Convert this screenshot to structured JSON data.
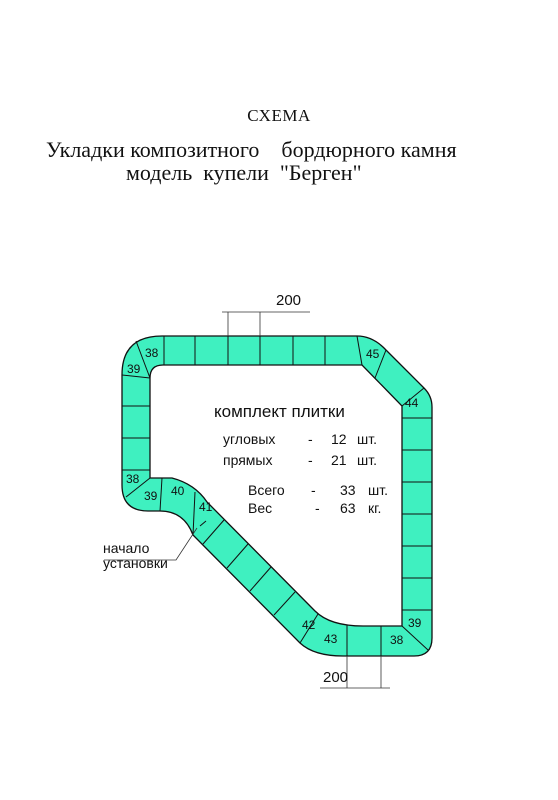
{
  "title": {
    "line1": "СХЕМА",
    "line2": "Укладки композитного    бордюрного камня",
    "line3": "модель  купели  \"Берген\""
  },
  "kit": {
    "heading": "комплект плитки",
    "rows": [
      {
        "label": "угловых",
        "dash": "-",
        "value": "12",
        "unit": "шт."
      },
      {
        "label": "прямых",
        "dash": "-",
        "value": "21",
        "unit": "шт."
      },
      {
        "label": "Всего",
        "dash": "-",
        "value": "33",
        "unit": "шт."
      },
      {
        "label": "Вес",
        "dash": "-",
        "value": "63",
        "unit": "кг."
      }
    ]
  },
  "dimensions": {
    "top": "200",
    "bottom": "200"
  },
  "start_label": {
    "line1": "начало",
    "line2": "установки"
  },
  "tile_numbers": {
    "t38a": "38",
    "t39a": "39",
    "t45": "45",
    "t44": "44",
    "t38b": "38",
    "t39b": "39",
    "t40": "40",
    "t41": "41",
    "t42": "42",
    "t43": "43",
    "t38c": "38",
    "t39c": "39"
  },
  "colors": {
    "tile_fill": "#3ff0c0",
    "outline": "#111111"
  }
}
